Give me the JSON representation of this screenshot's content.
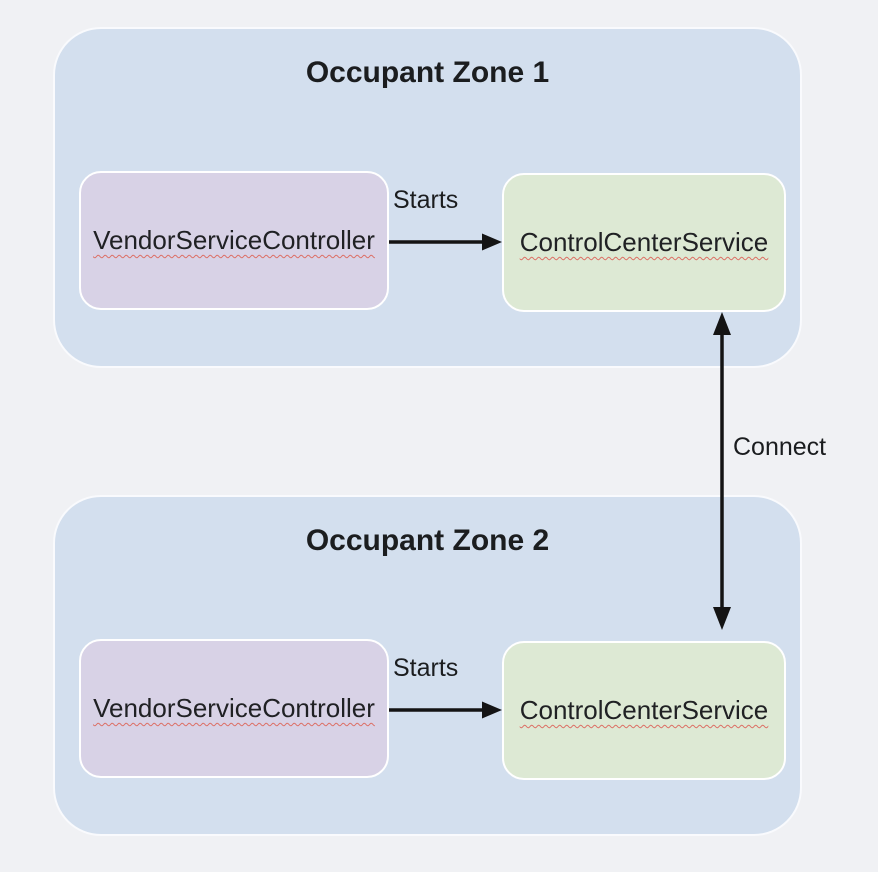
{
  "diagram": {
    "zones": [
      {
        "title": "Occupant Zone 1",
        "vendor_box_label": "VendorServiceController",
        "control_box_label": "ControlCenterService",
        "starts_label": "Starts"
      },
      {
        "title": "Occupant Zone 2",
        "vendor_box_label": "VendorServiceController",
        "control_box_label": "ControlCenterService",
        "starts_label": "Starts"
      }
    ],
    "connect_label": "Connect",
    "colors": {
      "background": "#f0f1f4",
      "zone_fill": "#d3dfee",
      "vendor_box_fill": "#d8d2e6",
      "control_box_fill": "#dde9d4",
      "box_border": "#ffffff",
      "arrow": "#141414",
      "text": "#202124",
      "spellcheck_underline": "#dc6e64"
    }
  }
}
